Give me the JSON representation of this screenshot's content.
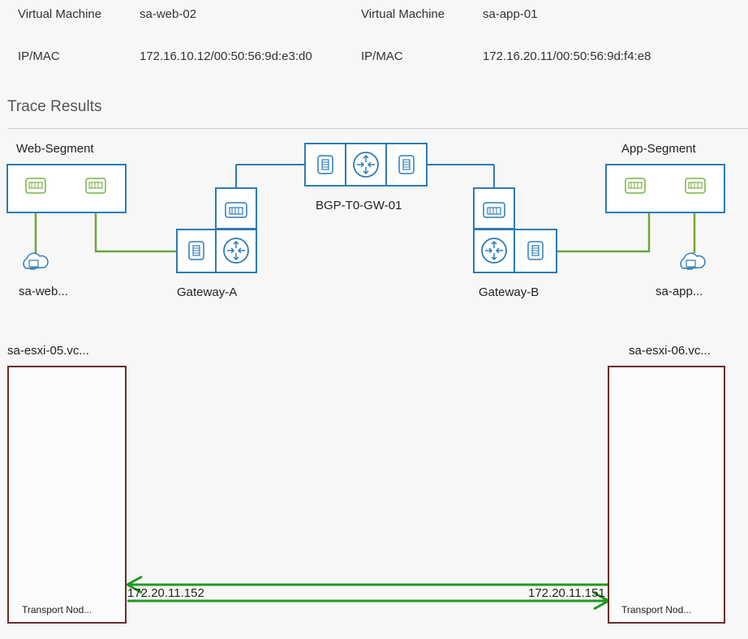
{
  "source": {
    "vm_label": "Virtual Machine",
    "vm_name": "sa-web-02",
    "ipmac_label": "IP/MAC",
    "ipmac_value": "172.16.10.12/00:50:56:9d:e3:d0"
  },
  "destination": {
    "vm_label": "Virtual Machine",
    "vm_name": "sa-app-01",
    "ipmac_label": "IP/MAC",
    "ipmac_value": "172.16.20.11/00:50:56:9d:f4:e8"
  },
  "trace": {
    "title": "Trace Results",
    "segments": {
      "left": "Web-Segment",
      "right": "App-Segment"
    },
    "vms": {
      "left": "sa-web...",
      "right": "sa-app..."
    },
    "gateways": {
      "left": "Gateway-A",
      "center": "BGP-T0-GW-01",
      "right": "Gateway-B"
    },
    "hosts": {
      "left": {
        "name": "sa-esxi-05.vc...",
        "transport": "Transport Nod...",
        "tep_ip": "172.20.11.152"
      },
      "right": {
        "name": "sa-esxi-06.vc...",
        "transport": "Transport Nod...",
        "tep_ip": "172.20.11.151"
      }
    }
  },
  "colors": {
    "node_stroke": "#2f7bb5",
    "segment_port": "#78b243",
    "link_green": "#6aa83a",
    "link_blue": "#2f7bb5",
    "host_border": "#6b2c2c",
    "tunnel_green": "#1f9a1f"
  },
  "icons": [
    "ethernet-port-icon",
    "router-icon",
    "cloud-vm-icon",
    "arrow-left-icon",
    "arrow-right-icon"
  ]
}
